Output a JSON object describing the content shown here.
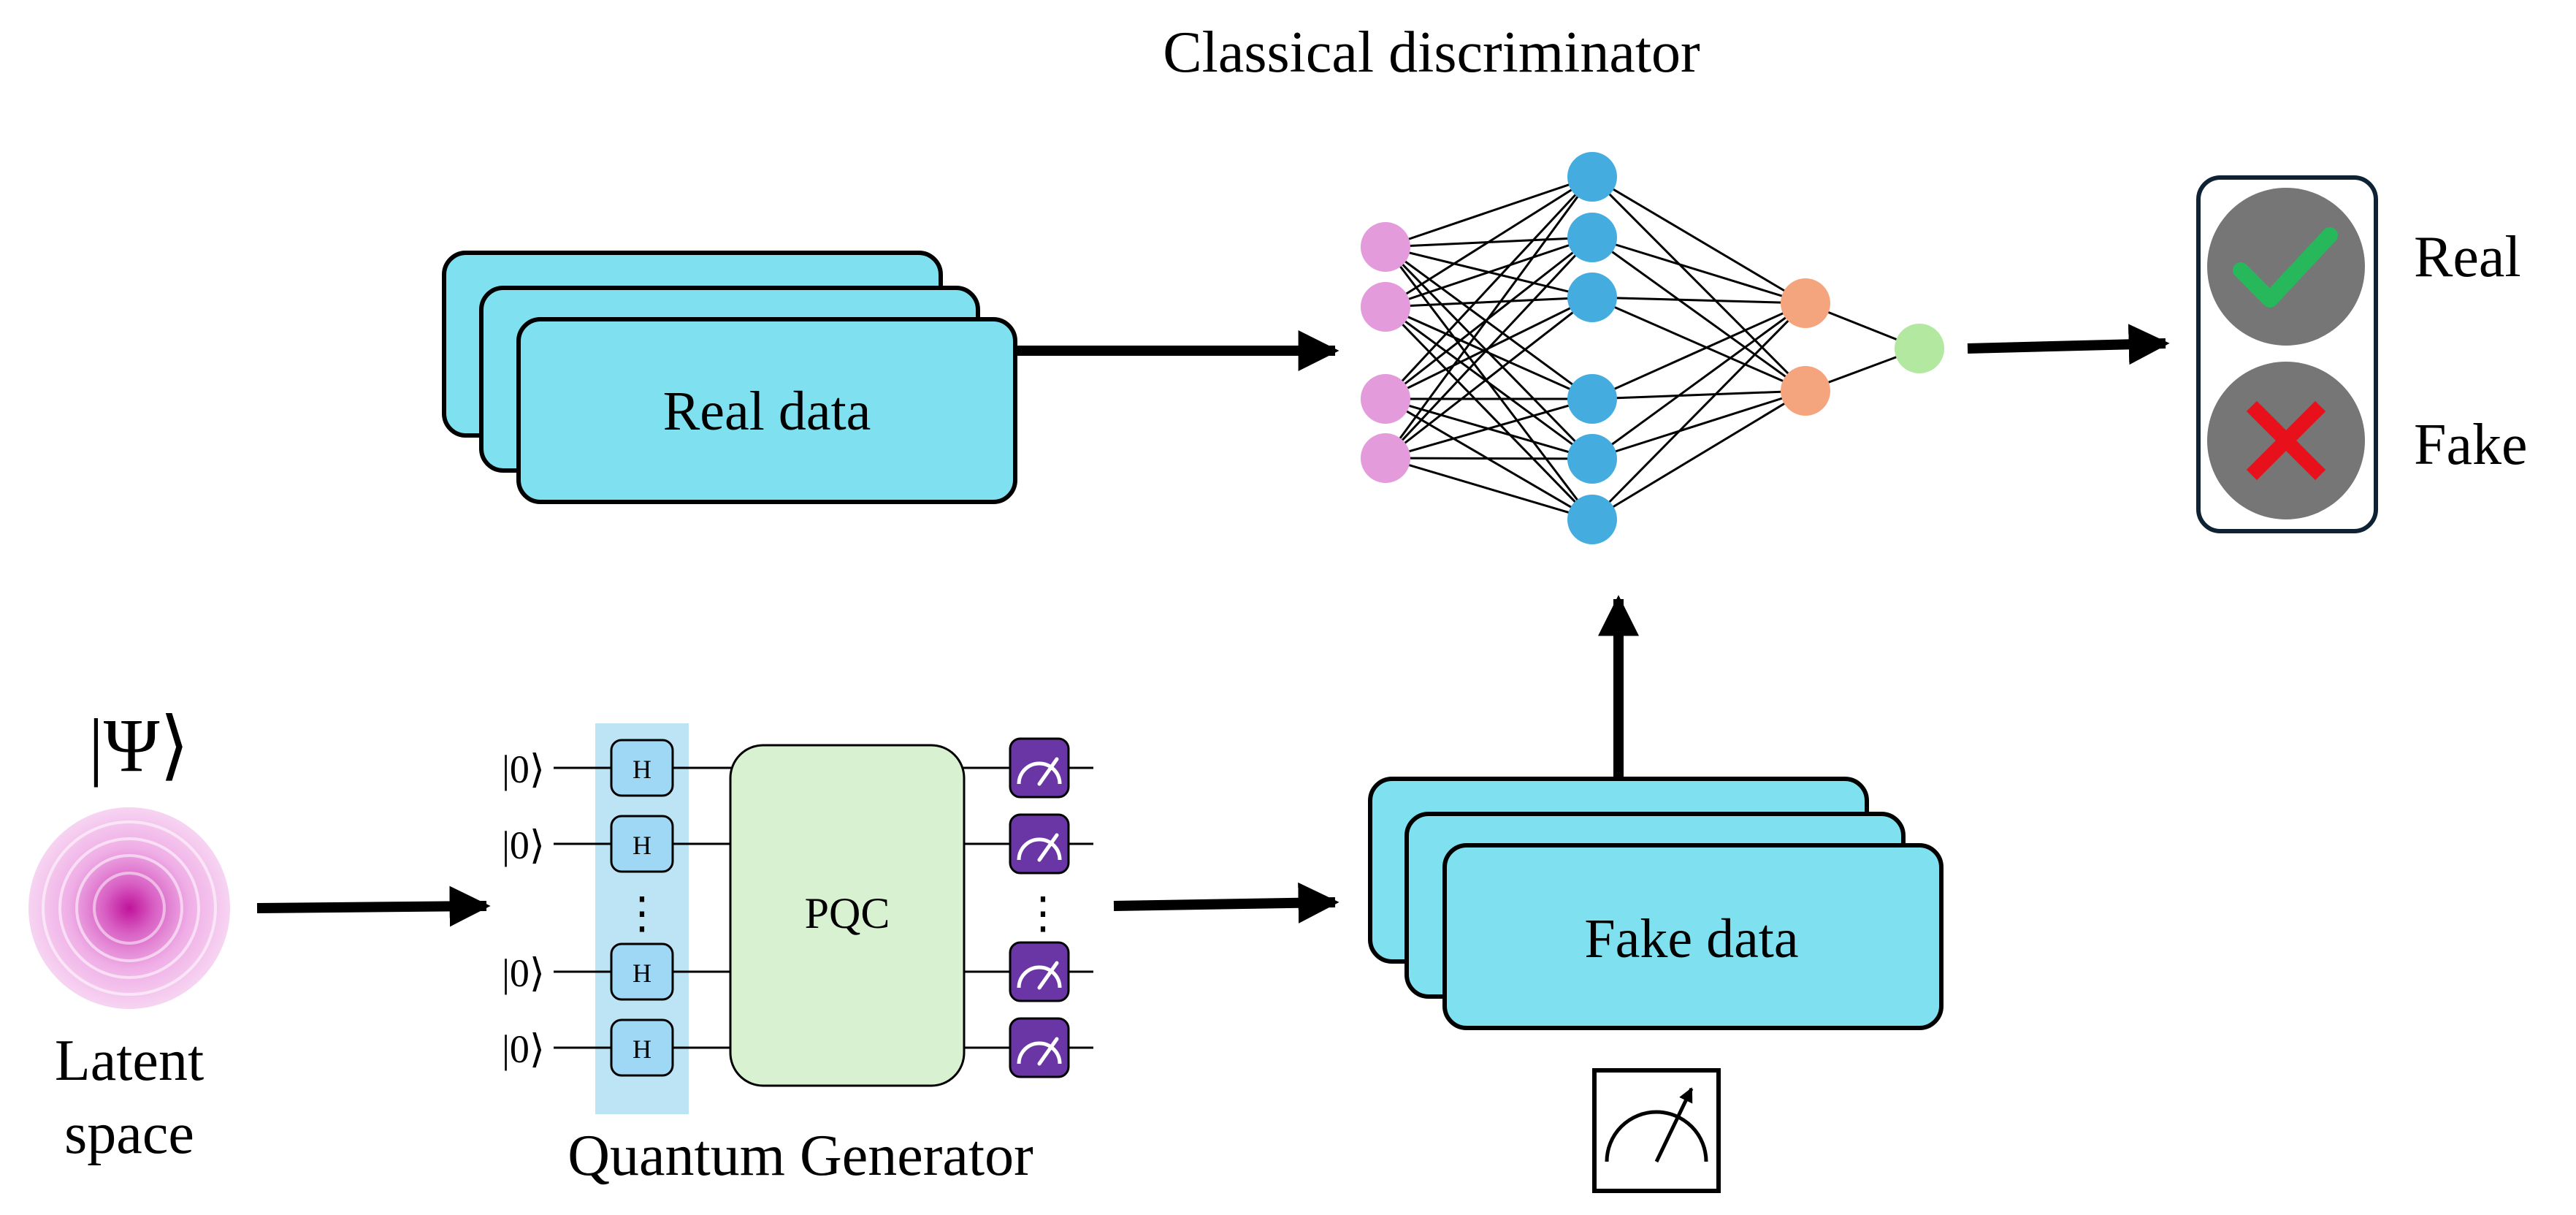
{
  "title": "Classical discriminator",
  "real_data_label": "Real data",
  "fake_data_label": "Fake data",
  "latent": {
    "symbol": "|Ψ⟩",
    "label_line1": "Latent",
    "label_line2": "space"
  },
  "generator": {
    "title": "Quantum Generator",
    "pqc_label": "PQC",
    "gate_label": "H",
    "qubit_label": "|0⟩",
    "vdots": "⋮"
  },
  "outputs": {
    "real_label": "Real",
    "fake_label": "Fake"
  },
  "icons": {
    "check": "check-icon",
    "cross": "cross-icon",
    "measure": "measurement-meter-icon"
  },
  "colors": {
    "data_box": "#7FE0F0",
    "input_neuron": "#E39BDC",
    "hidden_neuron": "#44ACDF",
    "orange_neuron": "#F5A57D",
    "output_neuron": "#B3E8A1",
    "pqc_fill": "#D8F2D1",
    "hadamard_column": "#BDE4F4",
    "measure_gate": "#6A36A6",
    "traffic_gray": "#767676",
    "check": "#26B85A",
    "cross": "#E8101A"
  }
}
